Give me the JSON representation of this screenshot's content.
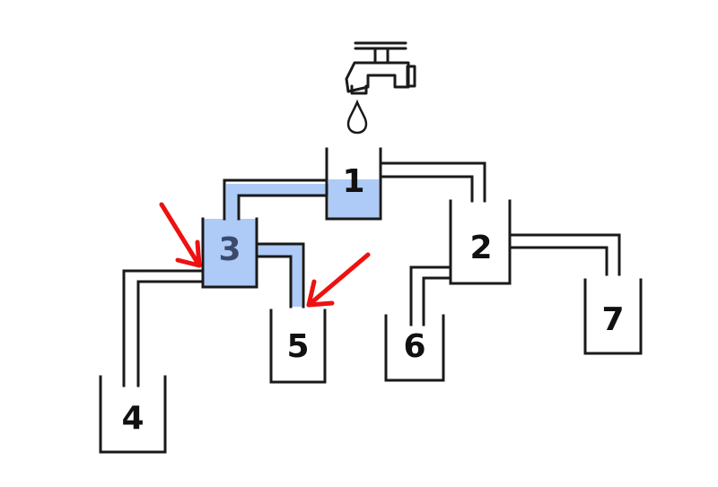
{
  "cups": [
    {
      "id": "1",
      "label": "1",
      "filled": true
    },
    {
      "id": "2",
      "label": "2",
      "filled": false
    },
    {
      "id": "3",
      "label": "3",
      "filled": true
    },
    {
      "id": "4",
      "label": "4",
      "filled": false
    },
    {
      "id": "5",
      "label": "5",
      "filled": false
    },
    {
      "id": "6",
      "label": "6",
      "filled": false
    },
    {
      "id": "7",
      "label": "7",
      "filled": false
    }
  ],
  "colors": {
    "water": "#aecbf7",
    "water_edge": "#7fa8e6",
    "line": "#1a1a1a",
    "arrow": "#ee1111"
  },
  "icons": [
    "faucet-icon",
    "water-drop-icon",
    "red-arrow-icon"
  ]
}
